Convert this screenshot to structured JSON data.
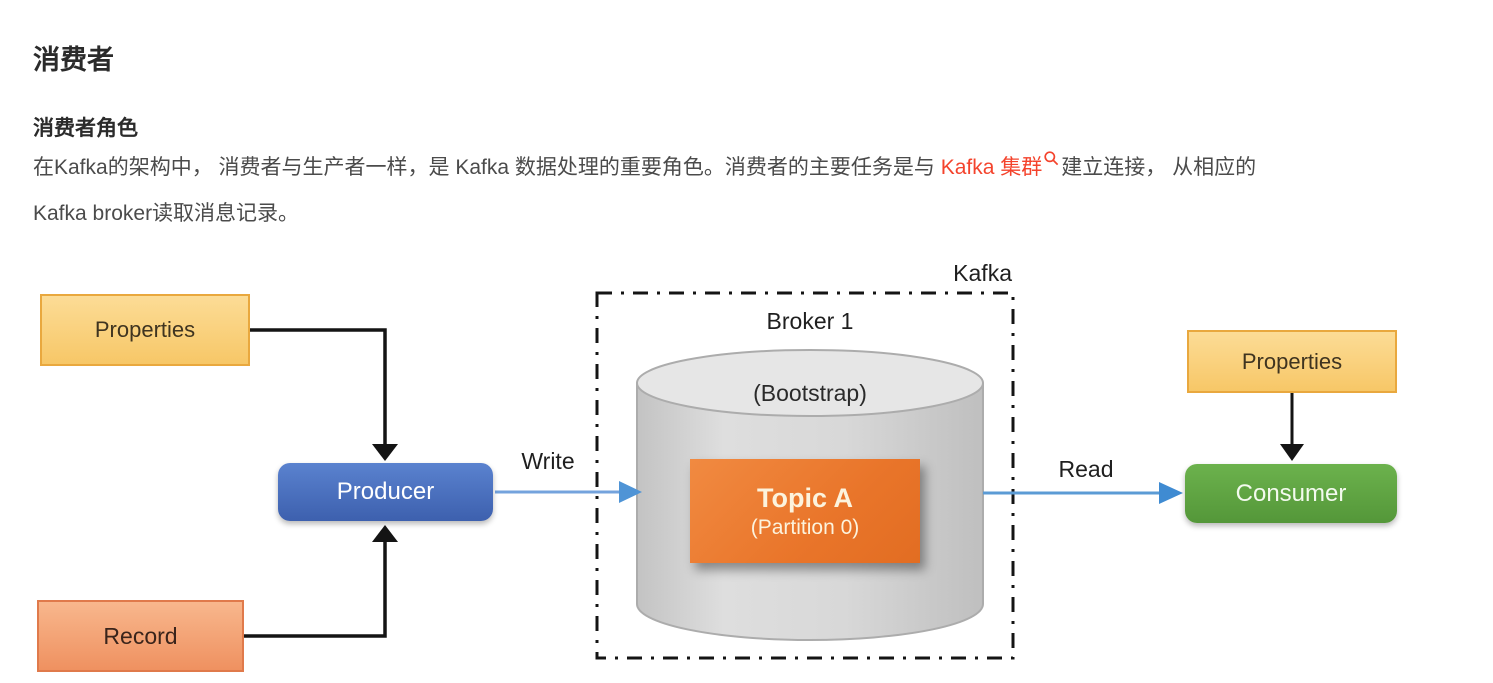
{
  "article": {
    "title": "消费者",
    "subtitle": "消费者角色",
    "paragraph": {
      "line1_pre": "在Kafka的架构中， 消费者与生产者一样，是 Kafka 数据处理的重要角色。消费者的主要任务是与 ",
      "link_text": "Kafka 集群",
      "link_icon": "search-icon",
      "line1_post": "建立连接， 从相应的",
      "line2": "Kafka broker读取消息记录。"
    },
    "link_color": "#f4432c"
  },
  "diagram": {
    "kafka_label": "Kafka",
    "broker_label": "Broker 1",
    "bootstrap_label": "(Bootstrap)",
    "topic": {
      "title": "Topic A",
      "subtitle": "(Partition 0)"
    },
    "producer_label": "Producer",
    "consumer_label": "Consumer",
    "properties_left_label": "Properties",
    "properties_right_label": "Properties",
    "record_label": "Record",
    "write_label": "Write",
    "read_label": "Read",
    "colors": {
      "producer_blue": "#4b72c0",
      "consumer_green": "#5fa540",
      "topic_orange": "#e9752a",
      "properties_yellow": "#f9d07e",
      "record_salmon": "#f4a478",
      "cylinder_gray": "#d6d6d6",
      "arrow_blue": "#5b9bd5",
      "connector_black": "#141414"
    }
  }
}
